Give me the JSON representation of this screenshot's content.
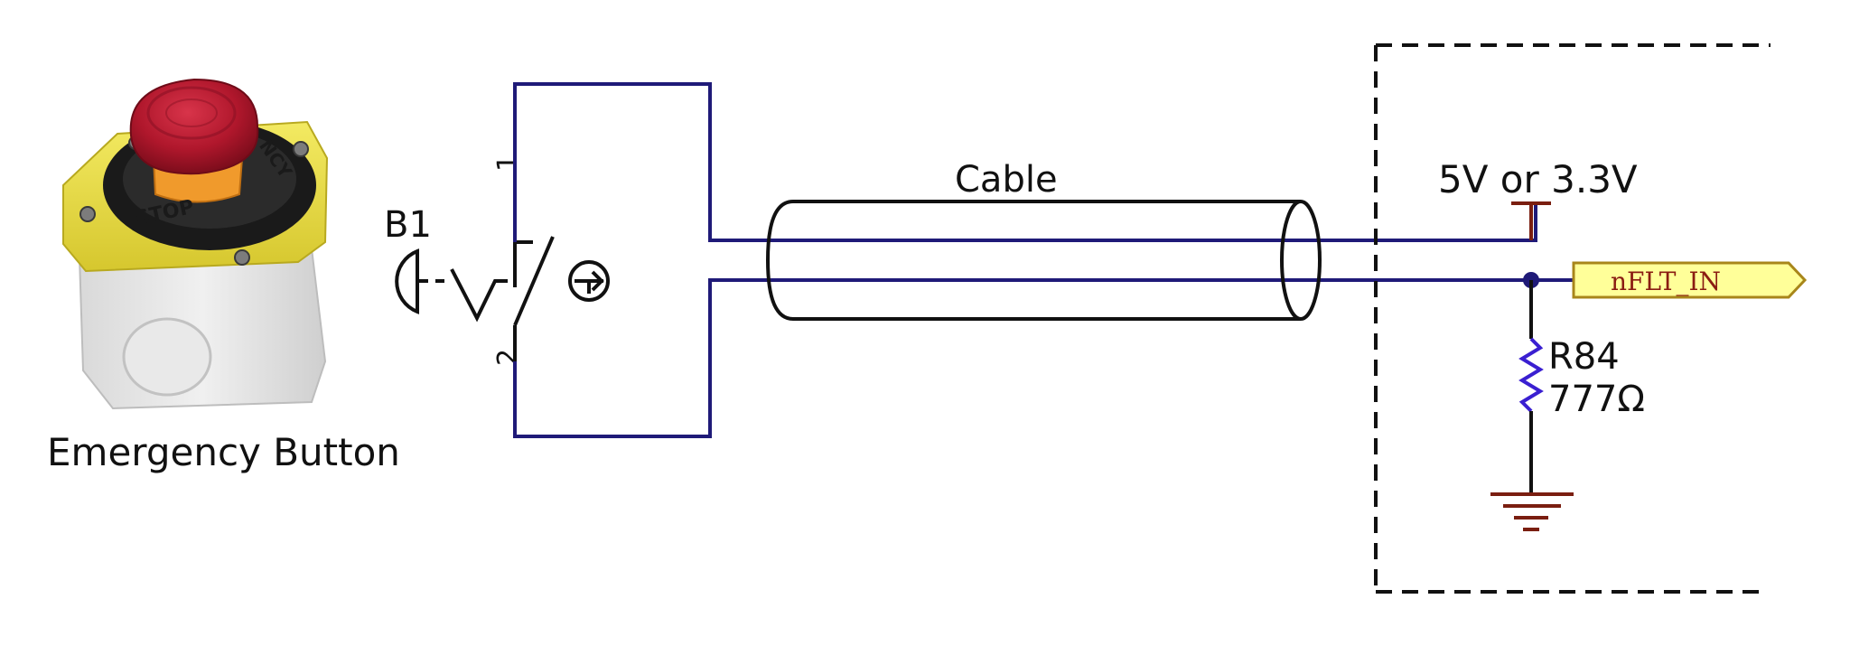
{
  "button_photo": {
    "stop_text": "STOP",
    "ring_fragment": "NCY",
    "caption": "Emergency Button"
  },
  "switch": {
    "designator": "B1",
    "pin1": "1",
    "pin2": "2"
  },
  "cable": {
    "label": "Cable"
  },
  "board": {
    "supply_label": "5V or 3.3V",
    "net_label": "nFLT_IN",
    "resistor_designator": "R84",
    "resistor_value": "777Ω"
  },
  "colors": {
    "wire": "#1f1a78",
    "power_symbol": "#7a1e10",
    "resistor": "#3a1fd1",
    "net_fill": "#ffff99",
    "net_stroke": "#a8861a",
    "button_yellow": "#ece14a",
    "button_red": "#b0172c",
    "base_gray": "#e6e6e6"
  }
}
